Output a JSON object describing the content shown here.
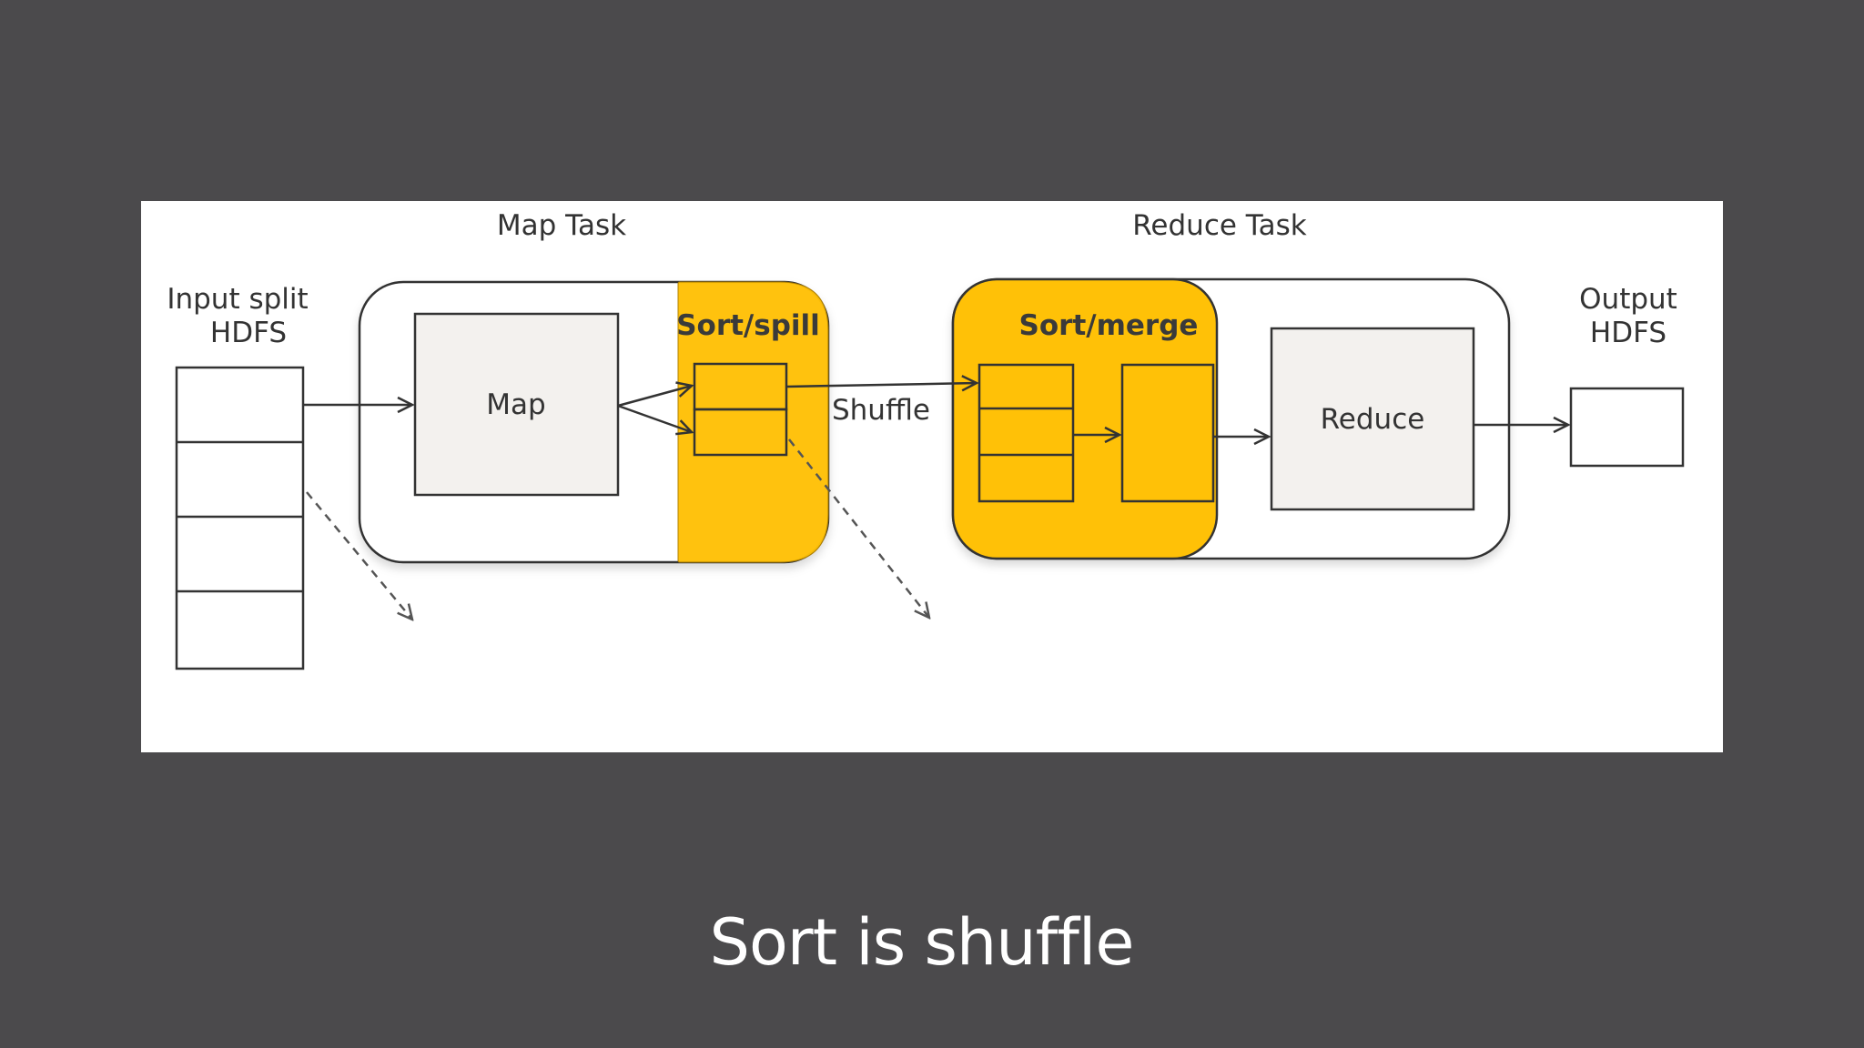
{
  "slide": {
    "caption": "Sort is shuffle"
  },
  "diagram": {
    "headers": {
      "map_task": "Map Task",
      "reduce_task": "Reduce Task"
    },
    "input": {
      "label_line1": "Input split",
      "label_line2": "HDFS",
      "split_count": 4
    },
    "output": {
      "label_line1": "Output",
      "label_line2": "HDFS"
    },
    "nodes": {
      "map": "Map",
      "sort_spill": "Sort/spill",
      "shuffle": "Shuffle",
      "sort_merge": "Sort/merge",
      "reduce": "Reduce"
    },
    "colors": {
      "highlight": "#ffc107",
      "box_fill": "#f3f1ee",
      "stroke": "#333333",
      "background": "#4b4a4c"
    }
  }
}
